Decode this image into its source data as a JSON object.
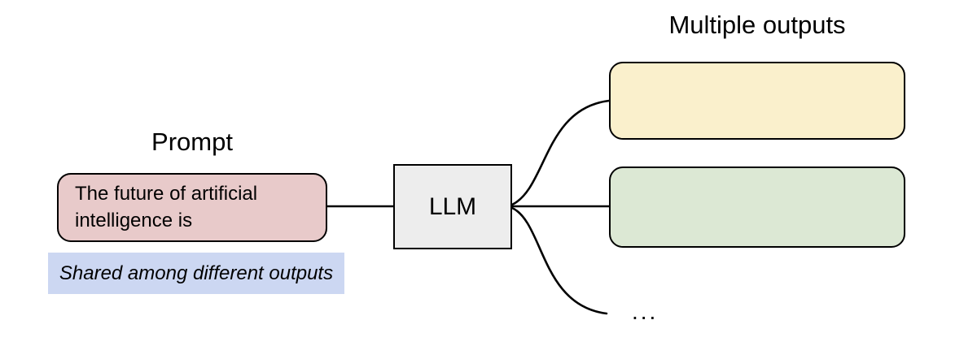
{
  "diagram": {
    "prompt_title": "Prompt",
    "prompt_box_text": "The future of artificial intelligence is",
    "shared_note": "Shared among different outputs",
    "llm_label": "LLM",
    "outputs_title": "Multiple outputs",
    "ellipsis": "...",
    "colors": {
      "prompt_fill": "#e8caca",
      "llm_fill": "#ededed",
      "output1_fill": "#faf0cc",
      "output2_fill": "#dce8d4",
      "note_highlight_fill": "#ccd7f2",
      "stroke": "#000000",
      "background": "#ffffff"
    }
  }
}
